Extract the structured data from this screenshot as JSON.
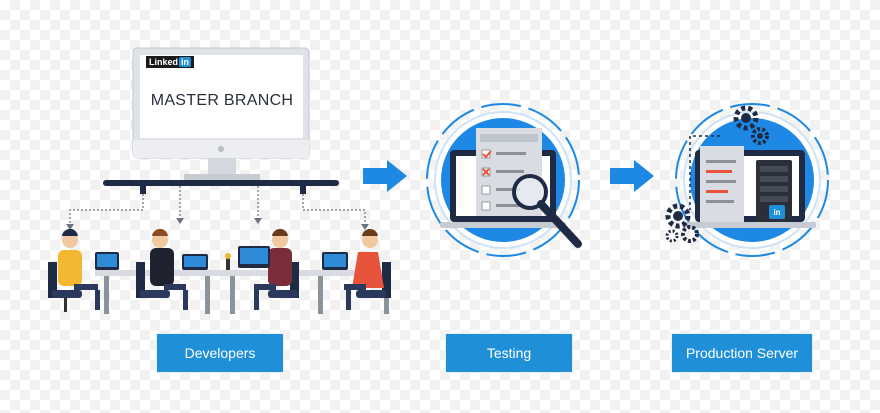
{
  "monitor": {
    "brand_text": "Linked",
    "brand_in": "in",
    "title": "MASTER BRANCH"
  },
  "stages": [
    {
      "label": "Developers"
    },
    {
      "label": "Testing"
    },
    {
      "label": "Production Server"
    }
  ],
  "server_badge": "in",
  "colors": {
    "accent_blue": "#1f8fd8",
    "dark_navy": "#1f2a44",
    "ring_blue": "#1e88e5"
  }
}
